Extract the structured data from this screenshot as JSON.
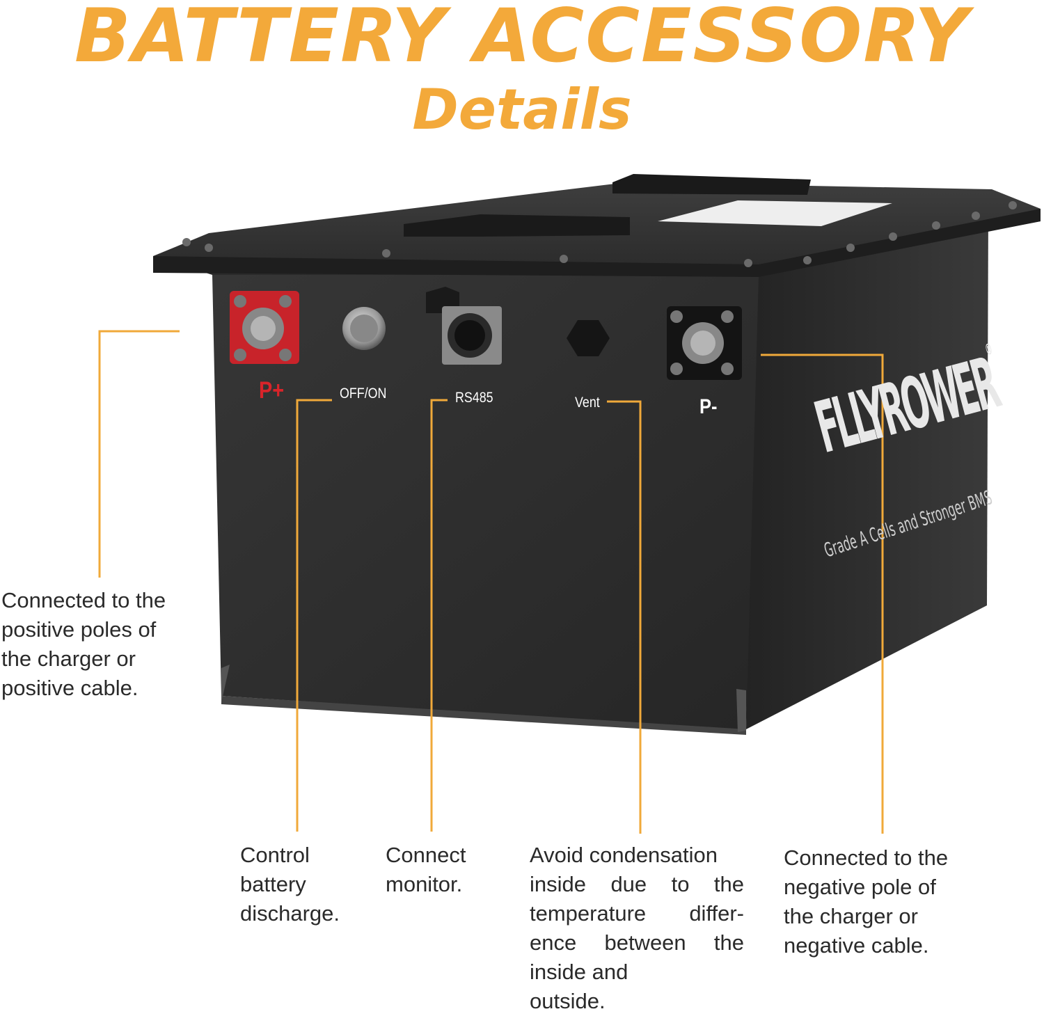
{
  "header": {
    "title": "BATTERY ACCESSORY",
    "subtitle": "Details"
  },
  "colors": {
    "accent": "#f3a93a",
    "positive_terminal": "#c8232a",
    "battery_body": "#2d2d2d",
    "text": "#2a2a2a"
  },
  "battery": {
    "brand": "FLLYROWER",
    "registered_mark": "®",
    "tagline": "Grade A Cells and Stronger BMS",
    "ports": {
      "positive": "P+",
      "switch": "OFF/ON",
      "comm": "RS485",
      "vent": "Vent",
      "negative": "P-"
    }
  },
  "callouts": {
    "positive": {
      "lines": [
        "Connected to the",
        "positive poles of",
        "the charger or",
        "positive cable."
      ]
    },
    "switch": {
      "lines": [
        "Control",
        "battery",
        "discharge."
      ]
    },
    "comm": {
      "lines": [
        "Connect",
        "monitor."
      ]
    },
    "vent": {
      "lines": [
        "Avoid condensation",
        "inside due to the",
        "temperature differ-",
        "ence between the",
        "inside and",
        "outside."
      ]
    },
    "negative": {
      "lines": [
        "Connected to the",
        "negative pole of",
        "the charger or",
        "negative cable."
      ]
    }
  }
}
